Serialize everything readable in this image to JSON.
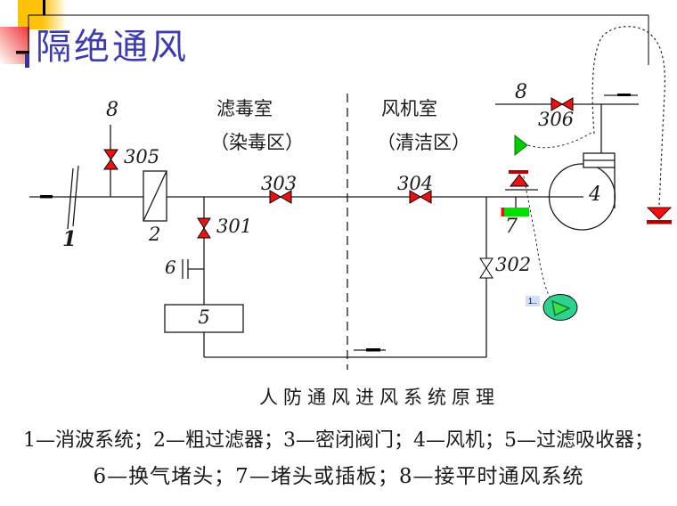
{
  "slide_title": "隔绝通风",
  "rooms": {
    "filter": {
      "name": "滤毒室",
      "zone": "（染毒区）"
    },
    "fan": {
      "name": "风机室",
      "zone": "（清洁区）"
    }
  },
  "parts": {
    "p1": "1",
    "p2": "2",
    "p4": "4",
    "p5": "5",
    "p6": "6",
    "p7": "7",
    "p8_left": "8",
    "p8_right": "8"
  },
  "valves": {
    "v301": "301",
    "v302": "302",
    "v303": "303",
    "v304": "304",
    "v305": "305",
    "v306": "306"
  },
  "caption": "人防通风进风系统原理",
  "legend": {
    "line1": "1—消波系统；2—粗过滤器；3—密闭阀门；4—风机；5—过滤吸收器；",
    "line2": "6—换气堵头；7—堵头或插板；8—接平时通风系统"
  },
  "annotations": {
    "comment_marker": "1.."
  },
  "symbols": {
    "closed_valve": "red-bowtie-valve-icon",
    "open_valve": "white-bowtie-valve-icon",
    "coarse_filter": "rect-with-diagonal",
    "fan_unit": "circle-fan",
    "plug_board": "green-plug-bar",
    "flow_arrow": "thick-dash-arrow",
    "ink_pointer": "green-triangle-pointer",
    "ink_marker": "green-ellipse-play-marker",
    "outlet": "red-down-triangle-outlet"
  },
  "colors": {
    "title_text": "#3c3cae",
    "valve_red": "#ee1111",
    "dark_red": "#b00000",
    "plug_green": "#00dd00",
    "marker_green": "#2ed18d",
    "marker_triangle": "#3ce04a",
    "comment_bg": "#cfe0f7",
    "deco_gold": "#ffc107",
    "deco_red": "#ee3333",
    "deco_navy": "#333399"
  }
}
